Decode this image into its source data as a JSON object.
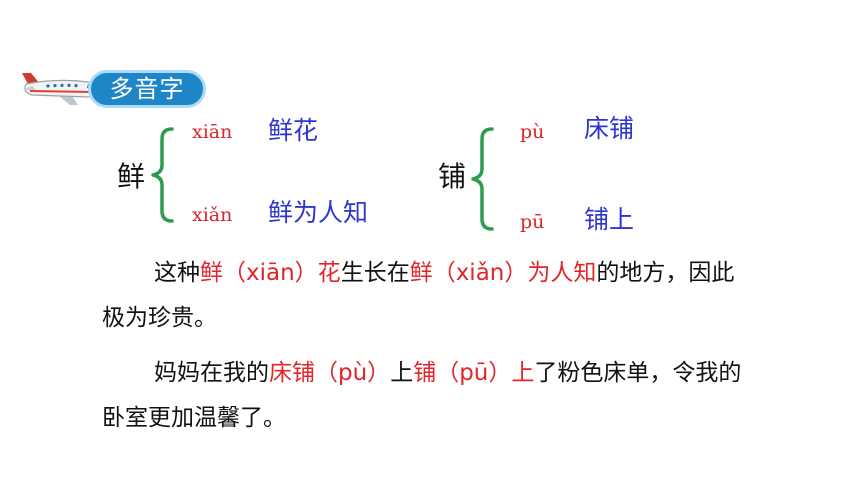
{
  "badge": {
    "label": "多音字",
    "icon": "airplane-icon"
  },
  "group1": {
    "char": "鲜",
    "readings": [
      {
        "pinyin": "xiān",
        "word": "鲜花"
      },
      {
        "pinyin": "xiǎn",
        "word": "鲜为人知"
      }
    ]
  },
  "group2": {
    "char": "铺",
    "readings": [
      {
        "pinyin": "pù",
        "word": "床铺"
      },
      {
        "pinyin": "pū",
        "word": "铺上"
      }
    ]
  },
  "sentence1": {
    "p1": "这种",
    "r1": "鲜（xiān）花",
    "p2": "生长在",
    "r2": "鲜（xiǎn）为人知",
    "p3": "的地方，因此极为珍贵。"
  },
  "sentence2": {
    "p1": "妈妈在我的",
    "r1": "床铺（pù）",
    "p2": "上",
    "r2": "铺（pū）上",
    "p3": "了粉色床单，令我的卧室更加温馨了。"
  },
  "colors": {
    "pinyin": "#d9262a",
    "word": "#2e36cf",
    "brace": "#2f9a50",
    "badge": "#1e86c6"
  }
}
